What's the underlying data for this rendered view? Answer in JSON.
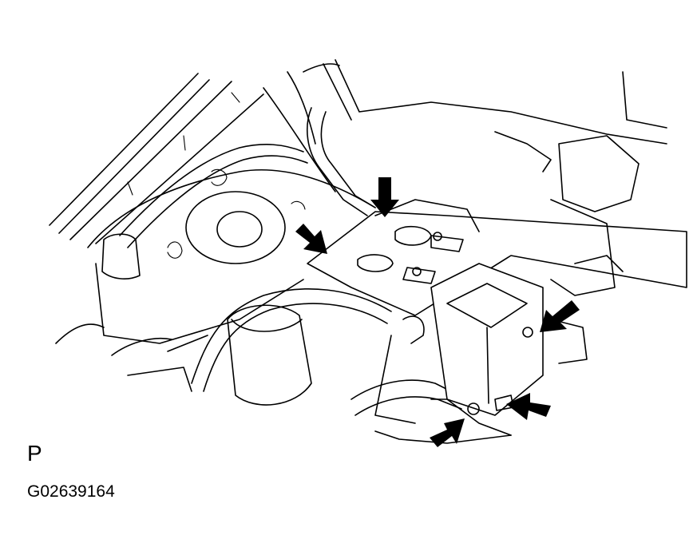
{
  "figure": {
    "view_label": "P",
    "figure_id": "G02639164"
  },
  "callouts": [
    {
      "name": "arrow-top-bolt"
    },
    {
      "name": "arrow-left-nut"
    },
    {
      "name": "arrow-right-nut"
    },
    {
      "name": "arrow-lower-right-bolt"
    },
    {
      "name": "arrow-lower-left-nut"
    }
  ]
}
